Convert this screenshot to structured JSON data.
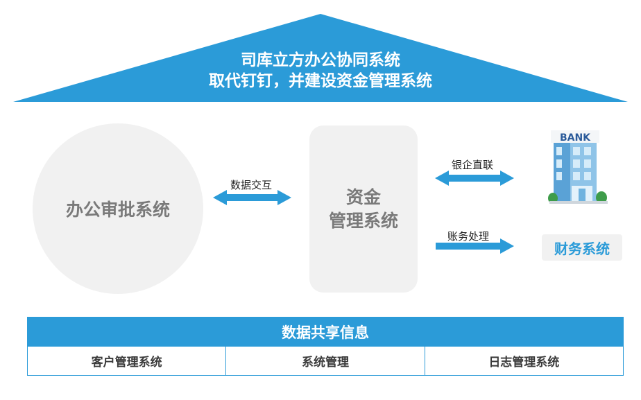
{
  "colors": {
    "accent": "#2b9bd8",
    "panel": "#f1f1f1",
    "muted_text": "#7a7a7a"
  },
  "roof": {
    "line1": "司库立方办公协同系统",
    "line2": "取代钉钉，并建设资金管理系统"
  },
  "approval_system": {
    "label": "办公审批系统"
  },
  "fund_system": {
    "line1": "资金",
    "line2": "管理系统"
  },
  "flows": {
    "data_exchange": "数据交互",
    "bank_link": "银企直联",
    "accounting": "账务处理"
  },
  "bank": {
    "sign": "BANK",
    "icon": "bank-building-icon"
  },
  "finance_system": {
    "label": "财务系统"
  },
  "shared_data": {
    "title": "数据共享信息",
    "items": [
      "客户管理系统",
      "系统管理",
      "日志管理系统"
    ]
  }
}
